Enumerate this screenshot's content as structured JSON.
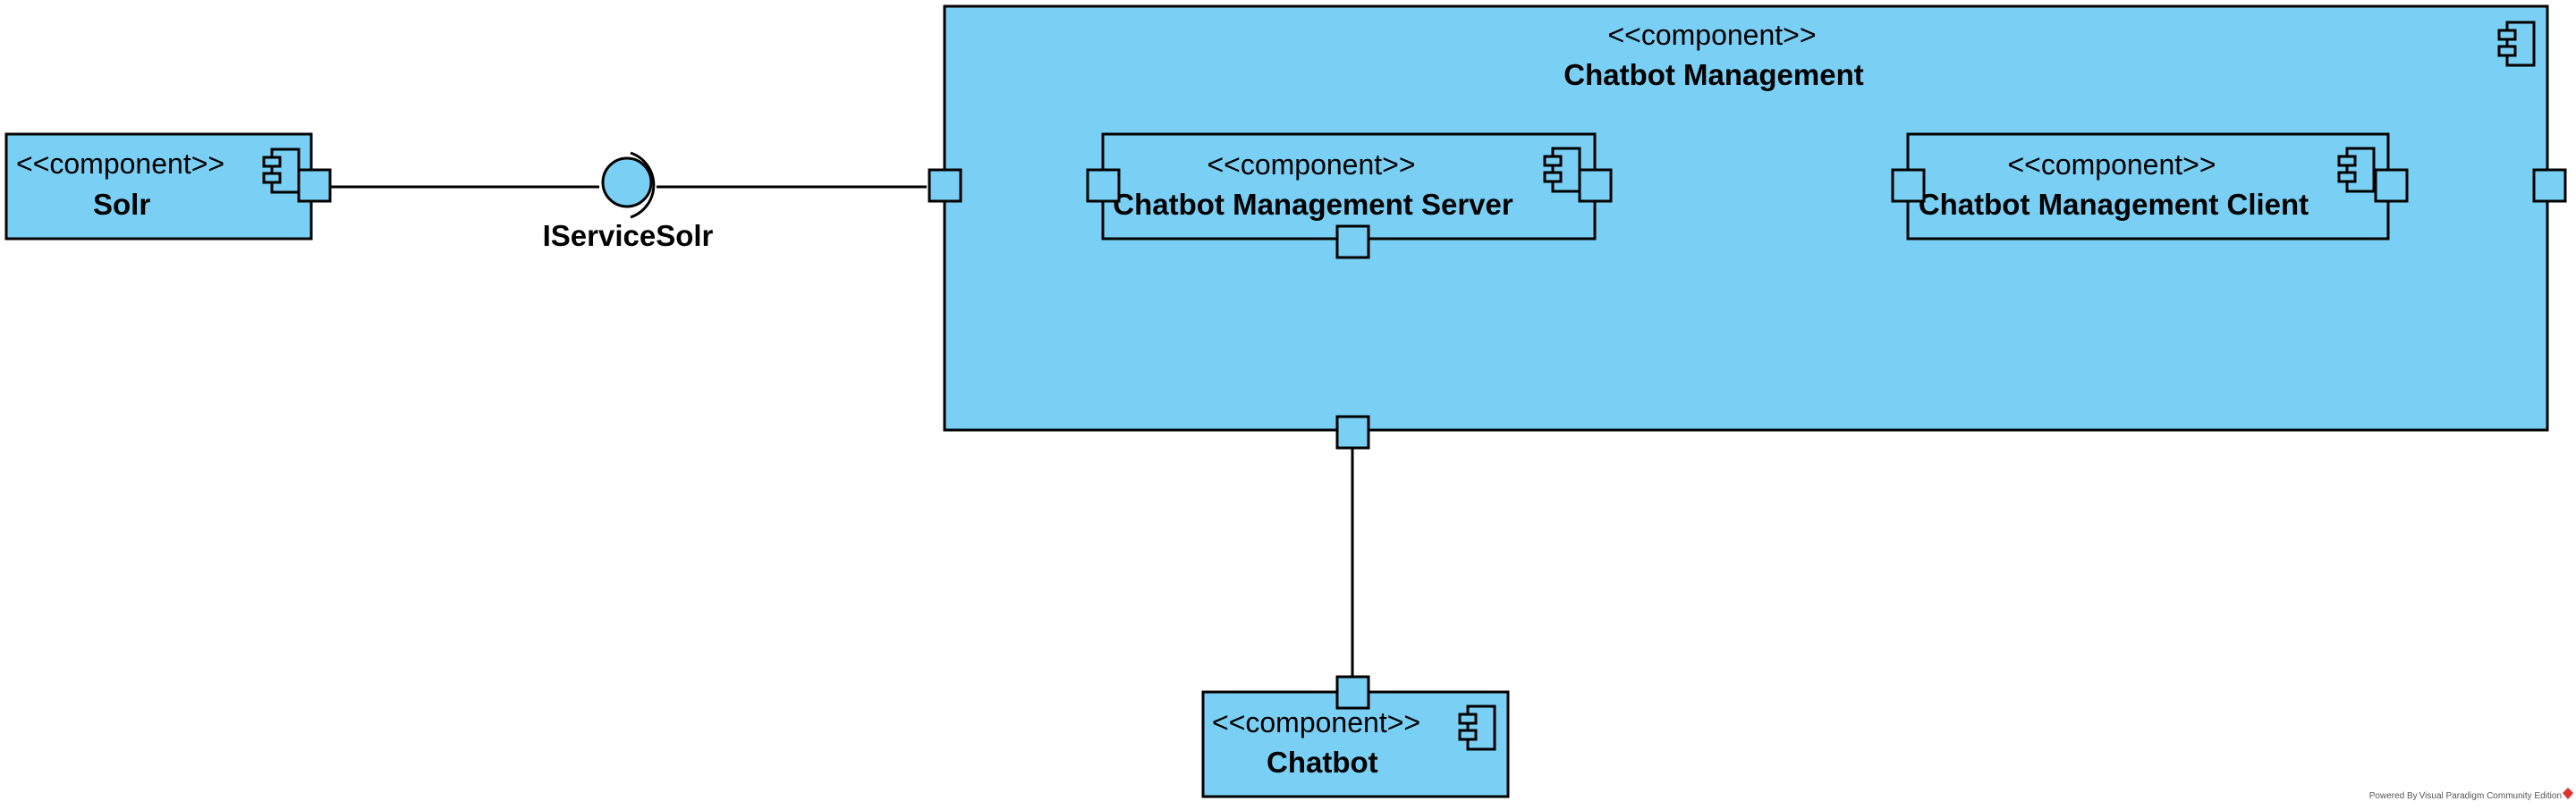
{
  "colors": {
    "component_fill": "#7acff5",
    "stroke": "#000000",
    "background": "#ffffff",
    "watermark_logo": "#e0302f"
  },
  "diagram": {
    "components": {
      "solr": {
        "stereotype": "<<component>>",
        "name": "Solr"
      },
      "chatbot_management": {
        "stereotype": "<<component>>",
        "name": "Chatbot Management"
      },
      "chatbot_management_server": {
        "stereotype": "<<component>>",
        "name": "Chatbot Management Server"
      },
      "chatbot_management_client": {
        "stereotype": "<<component>>",
        "name": "Chatbot Management Client"
      },
      "chatbot": {
        "stereotype": "<<component>>",
        "name": "Chatbot"
      }
    },
    "interfaces": {
      "iservicesolr": {
        "name": "IServiceSolr"
      }
    },
    "icons": [
      "component-icon"
    ]
  },
  "watermark": {
    "text": "Powered By Visual Paradigm Community Edition"
  }
}
